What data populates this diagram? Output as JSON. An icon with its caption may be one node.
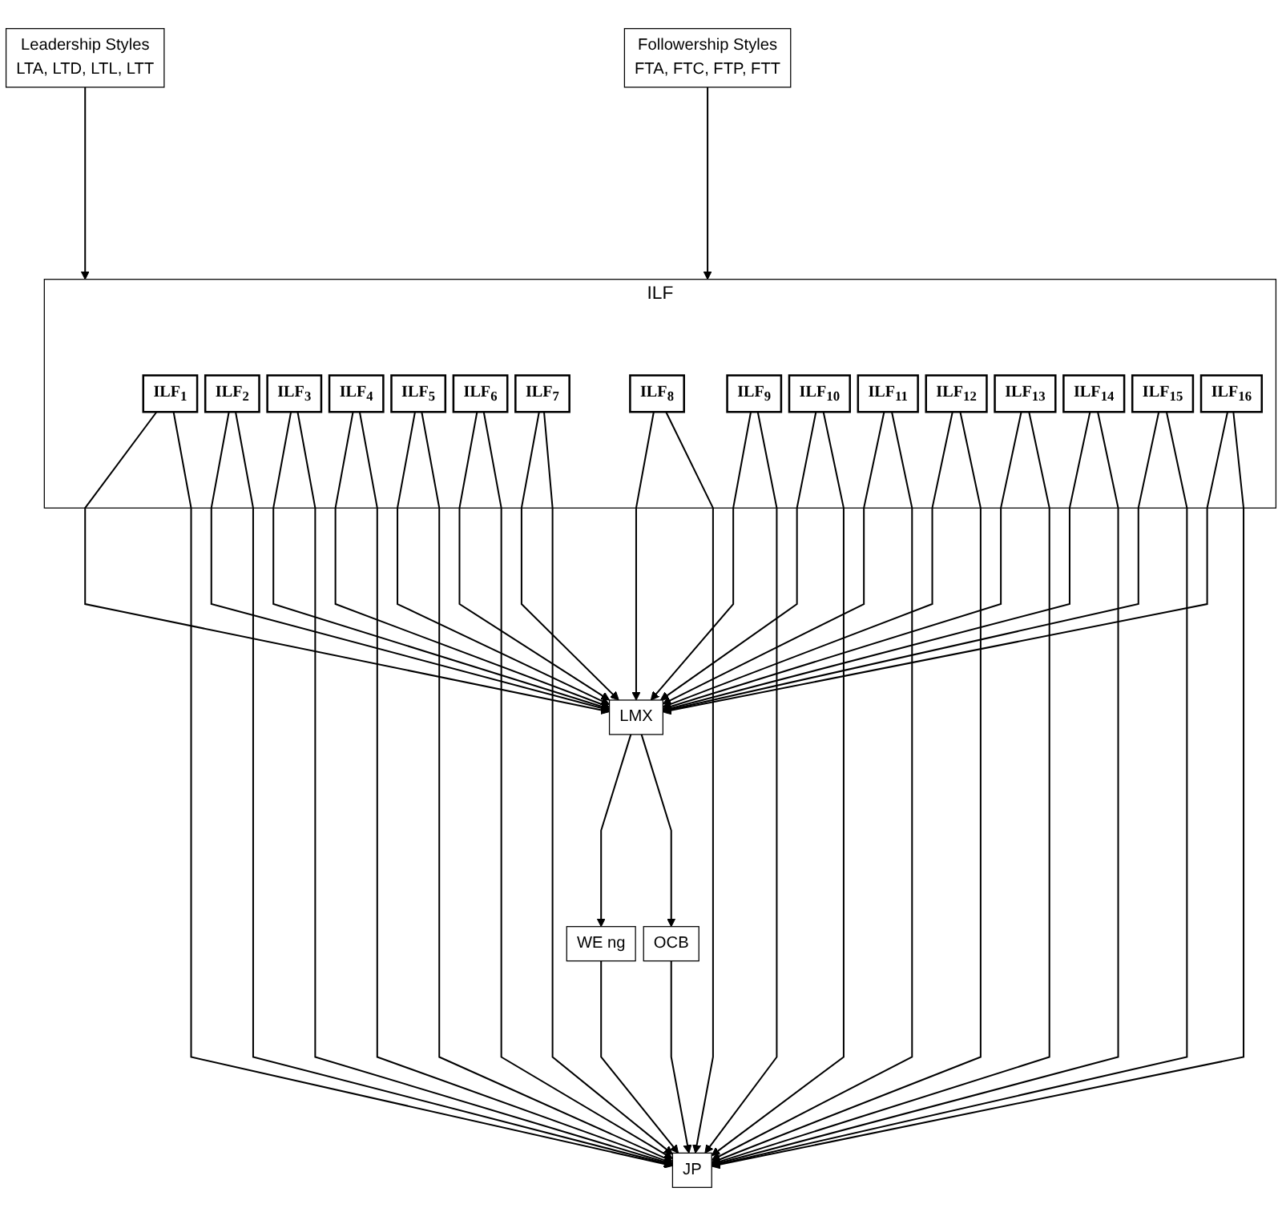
{
  "diagram": {
    "nodes": [
      {
        "text": [
          "Leadership Styles",
          "LTA, LTD, LTL, LTT"
        ]
      },
      {
        "text": [
          "Followership Styles",
          "FTA, FTC, FTP, FTT"
        ]
      },
      {
        "text": [
          "ILF"
        ]
      },
      {
        "text": [
          "ILF$_{1}$"
        ],
        "in": 2
      },
      {
        "text": [
          "ILF$_{2}$"
        ],
        "in": 2
      },
      {
        "text": [
          "ILF$_{3}$"
        ],
        "in": 2
      },
      {
        "text": [
          "ILF$_{4}$"
        ],
        "in": 2
      },
      {
        "text": [
          "ILF$_{5}$"
        ],
        "in": 2
      },
      {
        "text": [
          "ILF$_{6}$"
        ],
        "in": 2
      },
      {
        "text": [
          "ILF$_{7}$"
        ],
        "in": 2
      },
      {
        "text": [
          "ILF$_{8}$"
        ],
        "in": 2
      },
      {
        "text": [
          "ILF$_{9}$"
        ],
        "in": 2
      },
      {
        "text": [
          "ILF$_{10}$"
        ],
        "in": 2
      },
      {
        "text": [
          "ILF$_{11}$"
        ],
        "in": 2
      },
      {
        "text": [
          "ILF$_{12}$"
        ],
        "in": 2
      },
      {
        "text": [
          "ILF$_{13}$"
        ],
        "in": 2
      },
      {
        "text": [
          "ILF$_{14}$"
        ],
        "in": 2
      },
      {
        "text": [
          "ILF$_{15}$"
        ],
        "in": 2
      },
      {
        "text": [
          "ILF$_{16}$"
        ],
        "in": 2
      },
      {
        "text": [
          "LMX"
        ]
      },
      {
        "text": [
          "WE ng"
        ]
      },
      {
        "text": [
          "OCB"
        ]
      },
      {
        "text": [
          "JP"
        ]
      }
    ],
    "edges": [
      {
        "from": 0,
        "to": 2,
        "arrow": "to"
      },
      {
        "from": 1,
        "to": 2,
        "arrow": "to"
      },
      {
        "from": 3,
        "to": 19,
        "arrow": "to"
      },
      {
        "from": 4,
        "to": 19,
        "arrow": "to"
      },
      {
        "from": 5,
        "to": 19,
        "arrow": "to"
      },
      {
        "from": 6,
        "to": 19,
        "arrow": "to"
      },
      {
        "from": 7,
        "to": 19,
        "arrow": "to"
      },
      {
        "from": 8,
        "to": 19,
        "arrow": "to"
      },
      {
        "from": 9,
        "to": 19,
        "arrow": "to"
      },
      {
        "from": 10,
        "to": 19,
        "arrow": "to"
      },
      {
        "from": 11,
        "to": 19,
        "arrow": "to"
      },
      {
        "from": 12,
        "to": 19,
        "arrow": "to"
      },
      {
        "from": 13,
        "to": 19,
        "arrow": "to"
      },
      {
        "from": 14,
        "to": 19,
        "arrow": "to"
      },
      {
        "from": 15,
        "to": 19,
        "arrow": "to"
      },
      {
        "from": 16,
        "to": 19,
        "arrow": "to"
      },
      {
        "from": 17,
        "to": 19,
        "arrow": "to"
      },
      {
        "from": 18,
        "to": 19,
        "arrow": "to"
      },
      {
        "from": 3,
        "to": 22,
        "arrow": "to"
      },
      {
        "from": 4,
        "to": 22,
        "arrow": "to"
      },
      {
        "from": 5,
        "to": 22,
        "arrow": "to"
      },
      {
        "from": 6,
        "to": 22,
        "arrow": "to"
      },
      {
        "from": 7,
        "to": 22,
        "arrow": "to"
      },
      {
        "from": 8,
        "to": 22,
        "arrow": "to"
      },
      {
        "from": 9,
        "to": 22,
        "arrow": "to"
      },
      {
        "from": 10,
        "to": 22,
        "arrow": "to"
      },
      {
        "from": 11,
        "to": 22,
        "arrow": "to"
      },
      {
        "from": 12,
        "to": 22,
        "arrow": "to"
      },
      {
        "from": 13,
        "to": 22,
        "arrow": "to"
      },
      {
        "from": 14,
        "to": 22,
        "arrow": "to"
      },
      {
        "from": 15,
        "to": 22,
        "arrow": "to"
      },
      {
        "from": 16,
        "to": 22,
        "arrow": "to"
      },
      {
        "from": 17,
        "to": 22,
        "arrow": "to"
      },
      {
        "from": 18,
        "to": 22,
        "arrow": "to"
      },
      {
        "from": 19,
        "to": 20,
        "arrow": "to"
      },
      {
        "from": 19,
        "to": 21,
        "arrow": "to"
      },
      {
        "from": 20,
        "to": 22,
        "arrow": "to"
      },
      {
        "from": 21,
        "to": 22,
        "arrow": "to"
      }
    ]
  }
}
